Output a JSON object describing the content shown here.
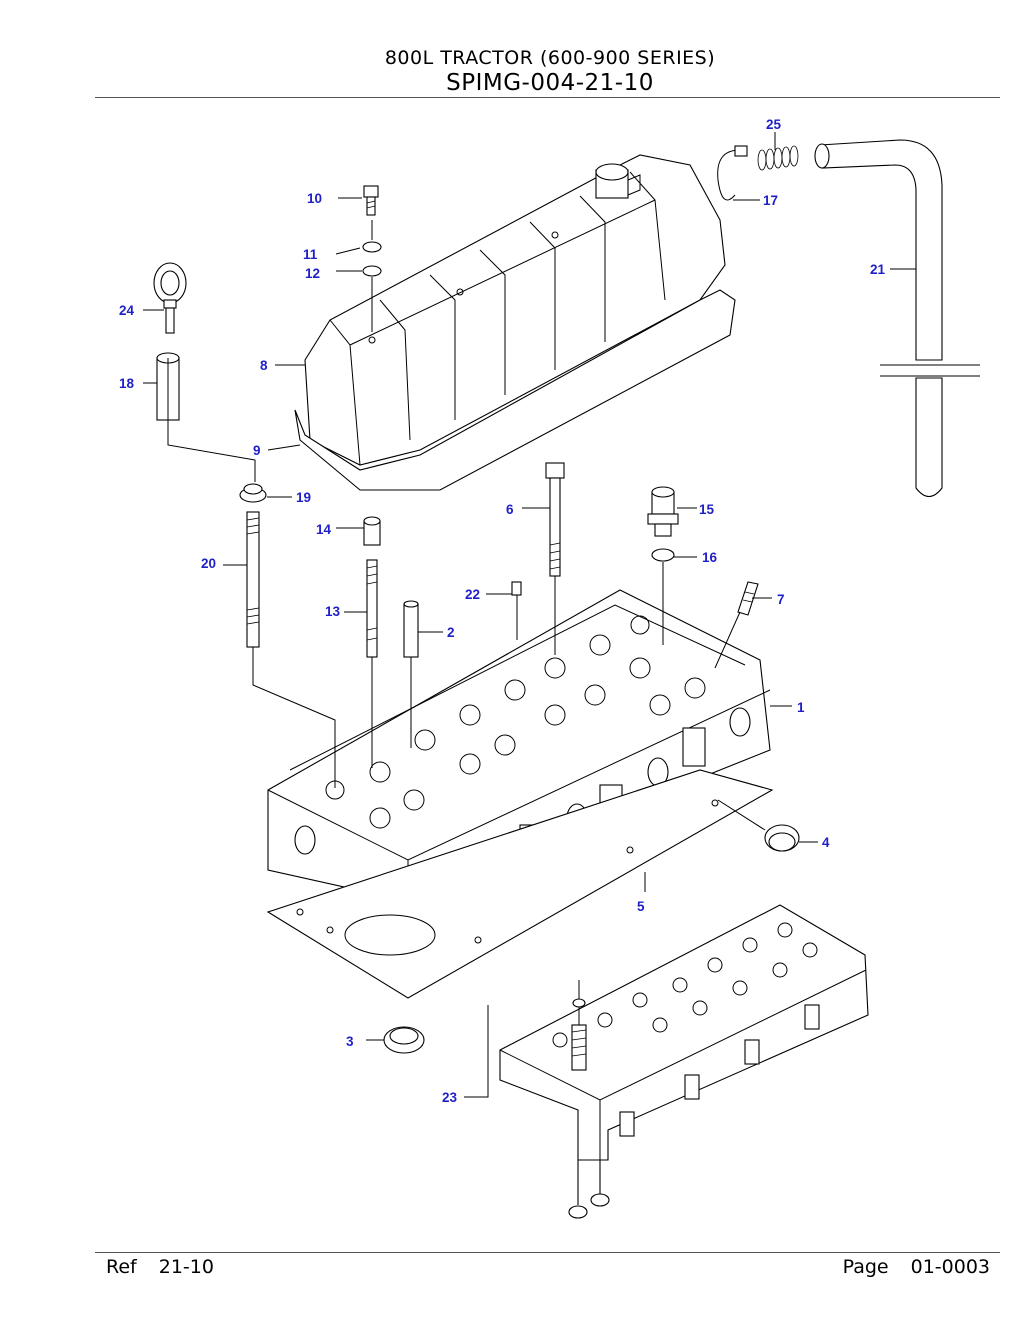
{
  "header": {
    "title": "800L TRACTOR (600-900 SERIES)",
    "code": "SPIMG-004-21-10"
  },
  "footer": {
    "ref_label": "Ref",
    "ref_value": "21-10",
    "page_label": "Page",
    "page_value": "01-0003"
  },
  "colors": {
    "callout": "#1f1fc8",
    "line": "#000000"
  },
  "callouts": [
    {
      "id": "c25",
      "text": "25"
    },
    {
      "id": "c17",
      "text": "17"
    },
    {
      "id": "c21",
      "text": "21"
    },
    {
      "id": "c10",
      "text": "10"
    },
    {
      "id": "c11",
      "text": "11"
    },
    {
      "id": "c12",
      "text": "12"
    },
    {
      "id": "c24",
      "text": "24"
    },
    {
      "id": "c8",
      "text": "8"
    },
    {
      "id": "c18",
      "text": "18"
    },
    {
      "id": "c9",
      "text": "9"
    },
    {
      "id": "c19",
      "text": "19"
    },
    {
      "id": "c6",
      "text": "6"
    },
    {
      "id": "c15",
      "text": "15"
    },
    {
      "id": "c14",
      "text": "14"
    },
    {
      "id": "c16",
      "text": "16"
    },
    {
      "id": "c20",
      "text": "20"
    },
    {
      "id": "c22",
      "text": "22"
    },
    {
      "id": "c7",
      "text": "7"
    },
    {
      "id": "c13",
      "text": "13"
    },
    {
      "id": "c2",
      "text": "2"
    },
    {
      "id": "c1",
      "text": "1"
    },
    {
      "id": "c4",
      "text": "4"
    },
    {
      "id": "c5",
      "text": "5"
    },
    {
      "id": "c3",
      "text": "3"
    },
    {
      "id": "c23",
      "text": "23"
    }
  ]
}
